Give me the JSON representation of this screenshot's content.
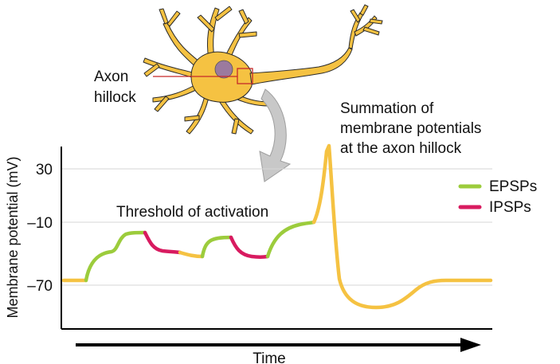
{
  "labels": {
    "axon_hillock_line1": "Axon",
    "axon_hillock_line2": "hillock",
    "summation_line1": "Summation of",
    "summation_line2": "membrane potentials",
    "summation_line3": "at the axon hillock",
    "threshold": "Threshold of activation"
  },
  "chart_data": {
    "type": "line",
    "ylabel": "Membrane potential (mV)",
    "xlabel": "Time",
    "y_ticks": [
      "30",
      "–10",
      "–70"
    ],
    "legend": [
      {
        "name": "EPSPs",
        "color": "#9ccc3c"
      },
      {
        "name": "IPSPs",
        "color": "#d81b60"
      }
    ],
    "colors": {
      "trace": "#f5c242",
      "epsp": "#9ccc3c",
      "ipsp": "#d81b60",
      "neuron_fill": "#f5c242",
      "nucleus": "#9b7a9e",
      "hillock_marker": "#c62828",
      "arrow_gray": "#bdbdbd"
    }
  }
}
